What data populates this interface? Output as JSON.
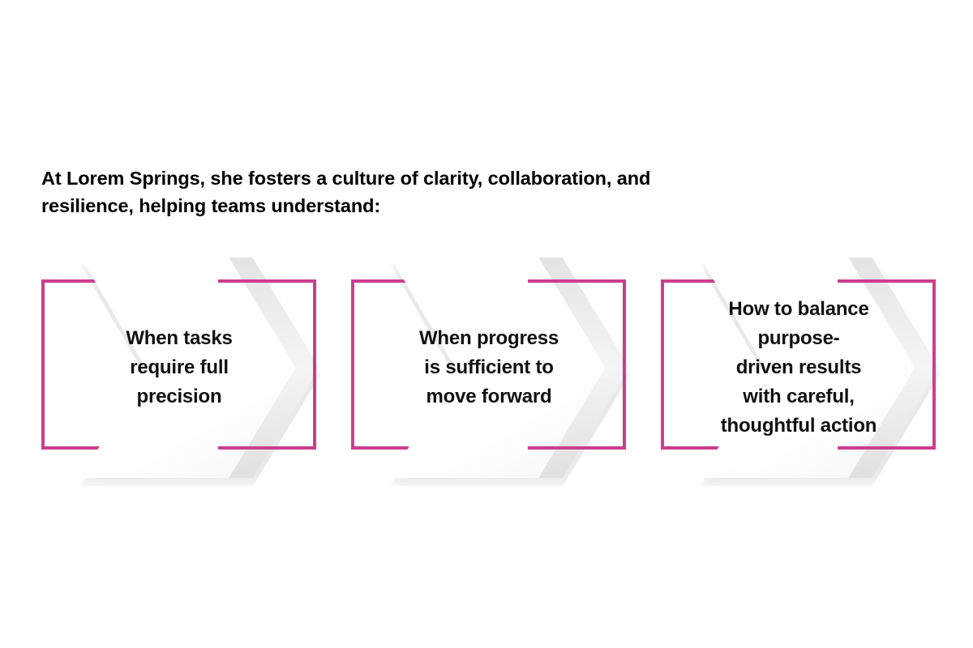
{
  "page": {
    "background_color": "#ffffff",
    "accent_color": "#cc3d8e",
    "card_fill_color": "#ffffff",
    "text_color": "#111111"
  },
  "heading": {
    "text": "At Lorem Springs, she fosters a culture of clarity, collaboration, and\nresilience, helping teams understand:"
  },
  "chevrons": [
    {
      "index": "1",
      "text": "When tasks\nrequire full\nprecision"
    },
    {
      "index": "2",
      "text": "When progress\nis sufficient to\nmove forward"
    },
    {
      "index": "3",
      "text": "How to balance\npurpose-\ndriven results\nwith careful,\nthoughtful action"
    }
  ]
}
